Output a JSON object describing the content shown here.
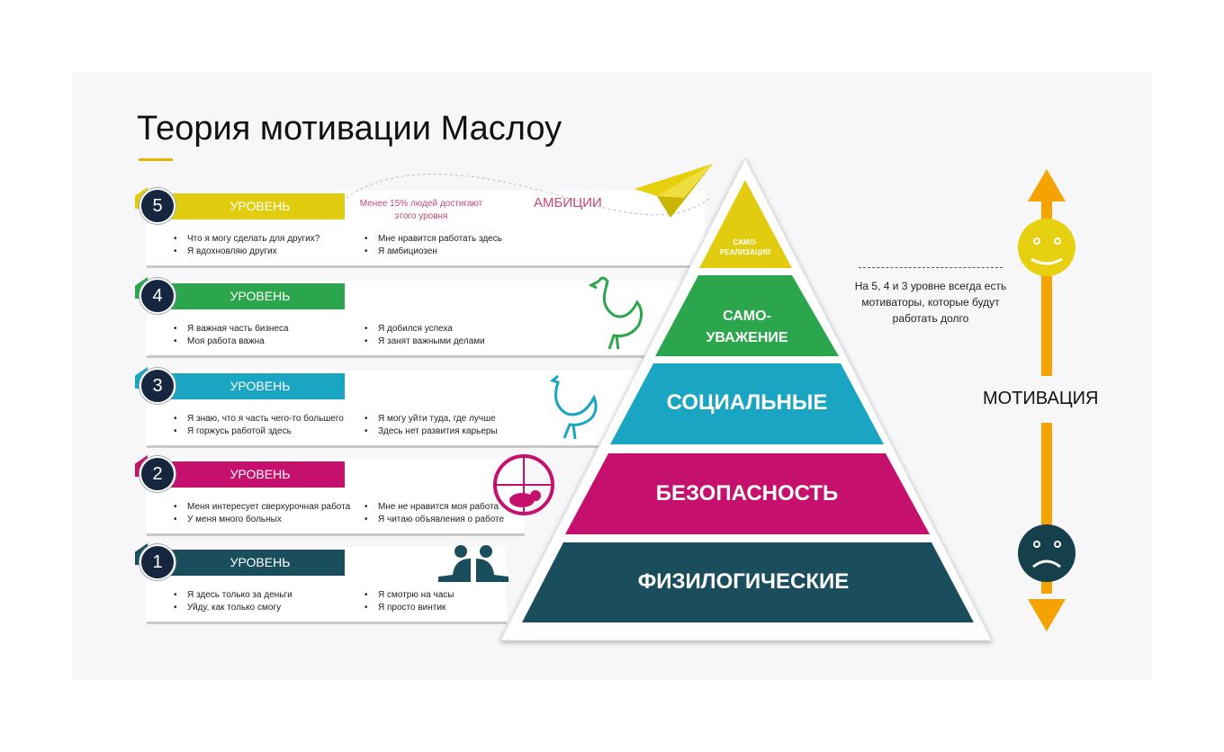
{
  "title": "Теория мотивации Маслоу",
  "levels": [
    {
      "num": "5",
      "label": "УРОВЕНЬ",
      "color": "#e2cc10",
      "col1": [
        "Что я могу сделать для других?",
        "Я вдохновляю других"
      ],
      "col2": [
        "Мне нравится работать здесь",
        "Я амбициозен"
      ]
    },
    {
      "num": "4",
      "label": "УРОВЕНЬ",
      "color": "#2ca64c",
      "col1": [
        "Я важная часть бизнеса",
        "Моя работа важна"
      ],
      "col2": [
        "Я добился успеха",
        "Я занят важными делами"
      ]
    },
    {
      "num": "3",
      "label": "УРОВЕНЬ",
      "color": "#1aa5c2",
      "col1": [
        "Я знаю, что я часть чего-то большего",
        "Я горжусь работой здесь"
      ],
      "col2": [
        "Я могу уйти туда, где лучше",
        "Здесь нет развития карьеры"
      ]
    },
    {
      "num": "2",
      "label": "УРОВЕНЬ",
      "color": "#c5106d",
      "col1": [
        "Меня интересует сверхурочная работа",
        "У меня много больных"
      ],
      "col2": [
        "Мне не нравится моя работа",
        "Я читаю объявления о работе"
      ]
    },
    {
      "num": "1",
      "label": "УРОВЕНЬ",
      "color": "#1b4e5c",
      "col1": [
        "Я здесь только за деньги",
        "Уйду, как только смогу"
      ],
      "col2": [
        "Я смотрю на часы",
        "Я просто винтик"
      ]
    }
  ],
  "note": "Менее 15% людей достигают этого уровня",
  "ambitions": "АМБИЦИИ",
  "pyramid": {
    "l5a": "САМО-",
    "l5b": "РЕАЛИЗАЦИЯ",
    "l4a": "САМО-",
    "l4b": "УВАЖЕНИЕ",
    "l3": "СОЦИАЛЬНЫЕ",
    "l2": "БЕЗОПАСНОСТЬ",
    "l1": "ФИЗИЛОГИЧЕСКИЕ"
  },
  "side_note": "На 5, 4 и 3 уровне всегда есть мотиваторы, которые будут работать долго",
  "motivation": "МОТИВАЦИЯ",
  "colors": {
    "arrow": "#f4a300",
    "happy": "#e6d010",
    "sad": "#153f4a"
  }
}
